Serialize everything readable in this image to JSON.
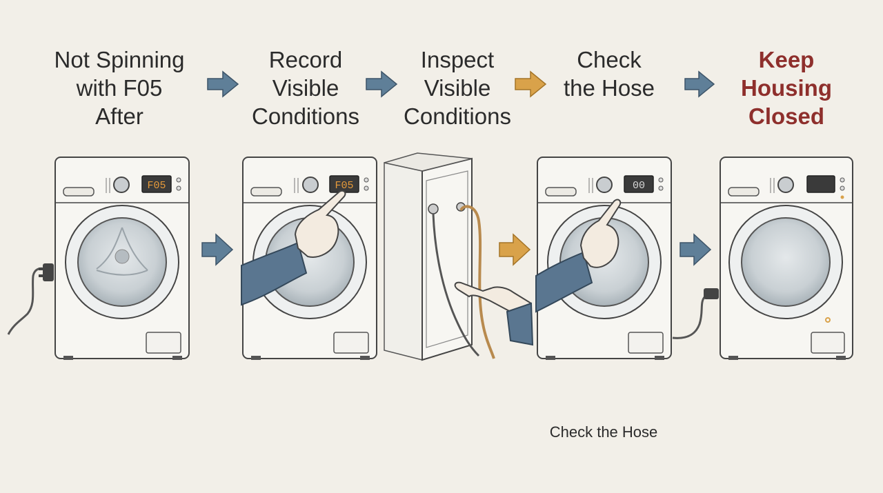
{
  "steps": [
    {
      "line1": "Not Spinning",
      "line2": "with F05",
      "line3": "After"
    },
    {
      "line1": "Record",
      "line2": "Visible",
      "line3": "Conditions"
    },
    {
      "line1": "Inspect",
      "line2": "Visible",
      "line3": "Conditions"
    },
    {
      "line1": "Check",
      "line2": "the Hose",
      "line3": ""
    },
    {
      "line1": "Keep",
      "line2": "Housing",
      "line3": "Closed"
    }
  ],
  "displays": {
    "machine1": "F05",
    "machine2": "F05",
    "machine4": "00"
  },
  "caption": "Check the Hose",
  "colors": {
    "arrow_blue": "#5f7f98",
    "arrow_orange": "#d9a24a",
    "warning_text": "#8e2f2c",
    "sleeve": "#5a7690",
    "hose": "#b88a4e"
  },
  "icons": [
    "arrow-right-icon",
    "power-plug-icon",
    "pointing-hand-icon"
  ]
}
